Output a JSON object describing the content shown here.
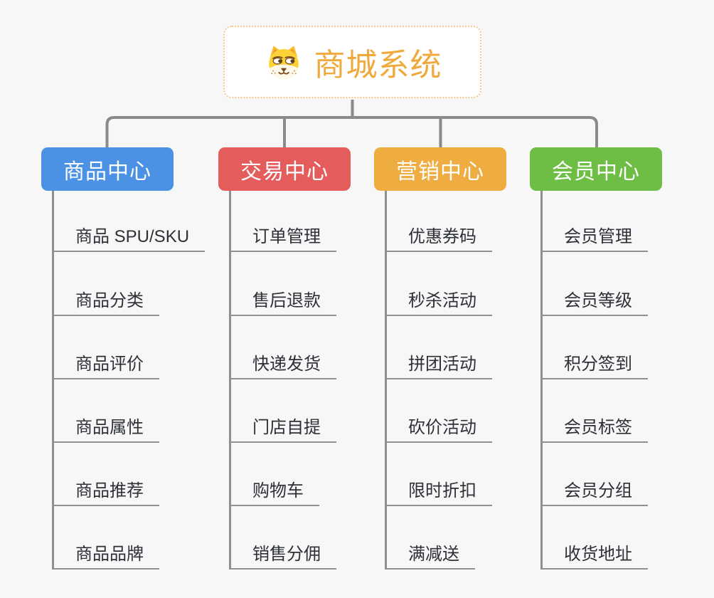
{
  "root": {
    "title": "商城系统",
    "icon": "shiba-dog-icon"
  },
  "branches": [
    {
      "label": "商品中心",
      "color": "#4b92e5",
      "items": [
        "商品 SPU/SKU",
        "商品分类",
        "商品评价",
        "商品属性",
        "商品推荐",
        "商品品牌"
      ]
    },
    {
      "label": "交易中心",
      "color": "#e45c5c",
      "items": [
        "订单管理",
        "售后退款",
        "快递发货",
        "门店自提",
        "购物车",
        "销售分佣"
      ]
    },
    {
      "label": "营销中心",
      "color": "#efad41",
      "items": [
        "优惠券码",
        "秒杀活动",
        "拼团活动",
        "砍价活动",
        "限时折扣",
        "满减送"
      ]
    },
    {
      "label": "会员中心",
      "color": "#6ebe45",
      "items": [
        "会员管理",
        "会员等级",
        "积分签到",
        "会员标签",
        "会员分组",
        "收货地址"
      ]
    }
  ],
  "colors": {
    "background": "#f7f7f8",
    "connector_line": "#8a8a8a",
    "leaf_text": "#2d3036",
    "root_text": "#f0a93c",
    "root_border": "#f2c88e"
  }
}
